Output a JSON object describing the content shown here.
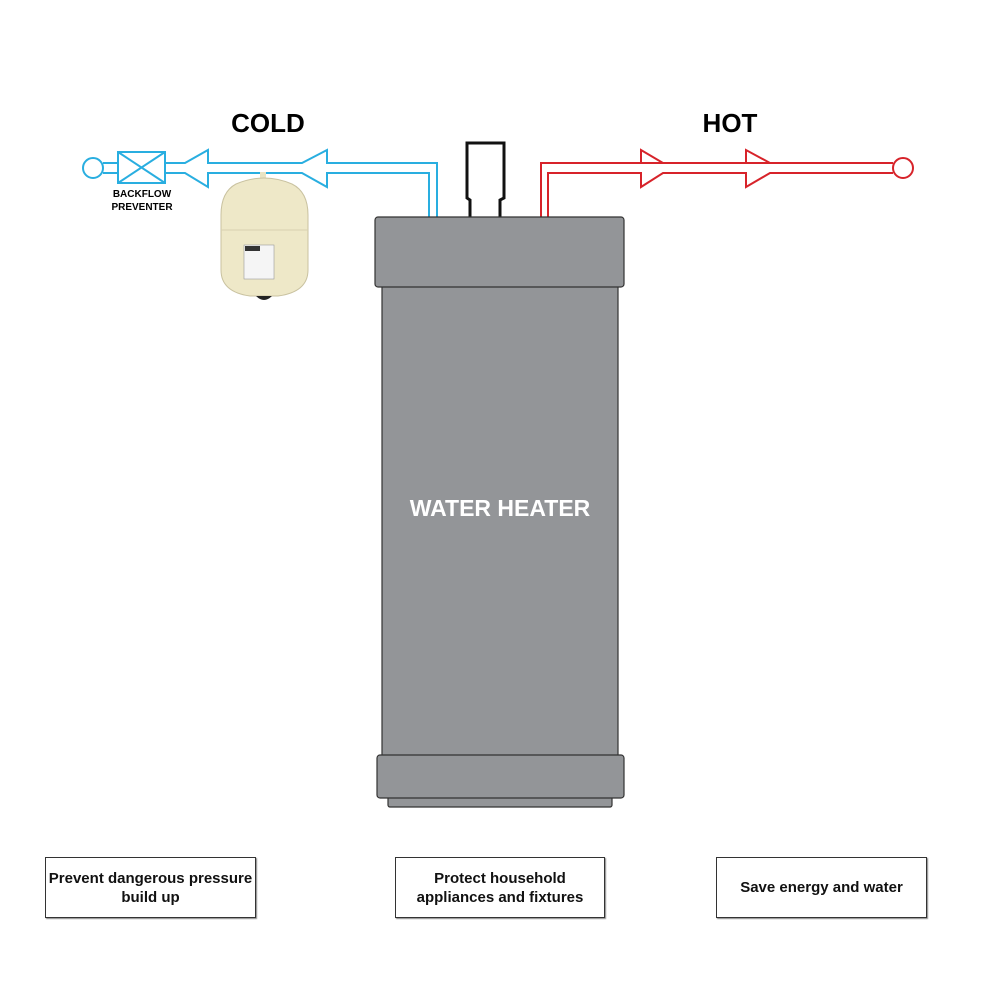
{
  "labels": {
    "cold": "COLD",
    "hot": "HOT",
    "backflow": "BACKFLOW PREVENTER",
    "heater": "WATER HEATER"
  },
  "benefits": [
    "Prevent dangerous pressure build up",
    "Protect household appliances and fixtures",
    "Save energy and water"
  ],
  "colors": {
    "cold": "#29aee0",
    "hot": "#d7232a",
    "heater": "#939598",
    "tank": "#eee8c8"
  }
}
